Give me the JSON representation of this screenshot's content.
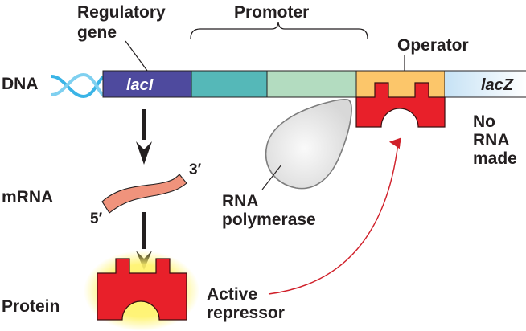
{
  "labels": {
    "regulatory_gene": [
      "Regulatory",
      "gene"
    ],
    "promoter": "Promoter",
    "operator": "Operator",
    "dna": "DNA",
    "mrna": "mRNA",
    "protein": "Protein",
    "rna_polymerase": [
      "RNA",
      "polymerase"
    ],
    "active_repressor": [
      "Active",
      "repressor"
    ],
    "no_rna_made": [
      "No",
      "RNA",
      "made"
    ],
    "five_prime": "5′",
    "three_prime": "3′"
  },
  "dna_segments": [
    {
      "id": "laci",
      "label": "lacI",
      "color": "#4e4a9e"
    },
    {
      "id": "promoter-a",
      "label": "",
      "color": "#55b8b8"
    },
    {
      "id": "promoter-b",
      "label": "",
      "color": "#b3dcc0"
    },
    {
      "id": "operator",
      "label": "",
      "color": "#fcc66a"
    },
    {
      "id": "lacz",
      "label": "lacZ",
      "color": "#d6ebf7"
    }
  ],
  "colors": {
    "repressor": "#e8202a",
    "repressor_glow": "#fff36a",
    "mrna": "#f0937c",
    "helix": "#3ab4e6",
    "polymerase": "#e6e6e6",
    "arrow_red": "#d0202a",
    "text": "#231f20"
  }
}
